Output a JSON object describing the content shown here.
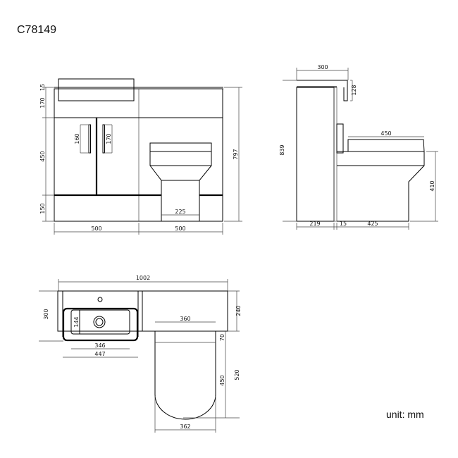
{
  "title": "C78149",
  "unit_label": "unit: mm",
  "front_view": {
    "dims": {
      "top_gap": "15",
      "top_panel": "170",
      "door": "450",
      "plinth": "150",
      "handle_left": "160",
      "handle_right": "170",
      "pedestal": "225",
      "height": "797",
      "left_width": "500",
      "right_width": "500"
    }
  },
  "side_view": {
    "dims": {
      "basin_depth": "300",
      "basin_height": "128",
      "height": "839",
      "seat": "450",
      "toilet_height": "410",
      "cabinet": "219",
      "gap": "15",
      "toilet_depth": "425"
    }
  },
  "plan_view": {
    "dims": {
      "total_width": "1002",
      "depth": "300",
      "right_depth": "240",
      "bowl_depth": "144",
      "bowl_width": "346",
      "basin_width": "447",
      "toilet_width": "360",
      "seat_offset": "70",
      "seat_length": "450",
      "toilet_length": "520",
      "toilet_base_width": "362"
    }
  }
}
